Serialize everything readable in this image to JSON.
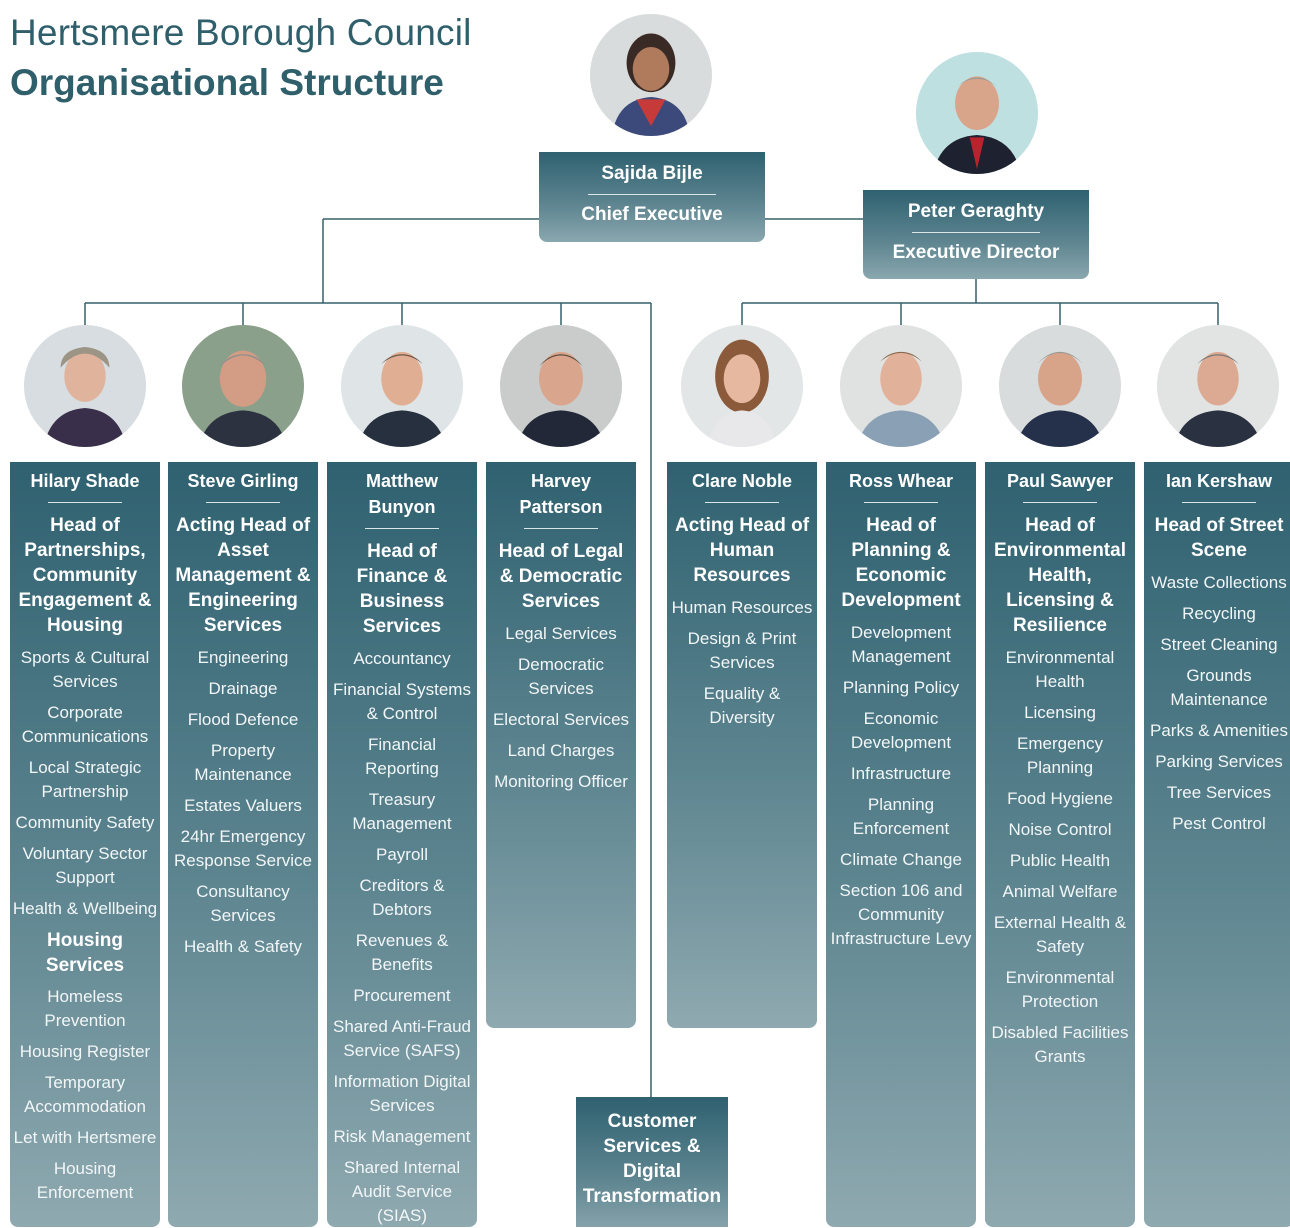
{
  "header": {
    "title_line1": "Hertsmere Borough Council",
    "title_line2": "Organisational Structure"
  },
  "executives": [
    {
      "name": "Sajida Bijle",
      "role": "Chief Executive"
    },
    {
      "name": "Peter Geraghty",
      "role": "Executive Director"
    }
  ],
  "heads": [
    {
      "name": "Hilary Shade",
      "role": "Head of Partnerships, Community Engagement & Housing",
      "services": [
        "Sports & Cultural Services",
        "Corporate Communications",
        "Local Strategic Partnership",
        "Community Safety",
        "Voluntary Sector Support",
        "Health & Wellbeing"
      ],
      "subheading": "Housing Services",
      "subservices": [
        "Homeless Prevention",
        "Housing Register",
        "Temporary Accommodation",
        "Let with Hertsmere",
        "Housing Enforcement"
      ]
    },
    {
      "name": "Steve Girling",
      "role": "Acting Head of Asset Management & Engineering Services",
      "services": [
        "Engineering",
        "Drainage",
        "Flood Defence",
        "Property Maintenance",
        "Estates Valuers",
        "24hr Emergency Response Service",
        "Consultancy Services",
        "Health & Safety"
      ]
    },
    {
      "name": "Matthew Bunyon",
      "role": "Head of Finance & Business Services",
      "services": [
        "Accountancy",
        "Financial Systems & Control",
        "Financial Reporting",
        "Treasury Management",
        "Payroll",
        "Creditors & Debtors",
        "Revenues & Benefits",
        "Procurement",
        "Shared Anti-Fraud Service (SAFS)",
        "Information Digital Services",
        "Risk Management",
        "Shared Internal Audit Service (SIAS)"
      ]
    },
    {
      "name": "Harvey Patterson",
      "role": "Head of Legal & Democratic Services",
      "services": [
        "Legal Services",
        "Democratic Services",
        "Electoral Services",
        "Land Charges",
        "Monitoring Officer"
      ]
    },
    {
      "name": "Clare Noble",
      "role": "Acting Head of Human Resources",
      "services": [
        "Human Resources",
        "Design & Print Services",
        "Equality & Diversity"
      ]
    },
    {
      "name": "Ross Whear",
      "role": "Head of Planning & Economic Development",
      "services": [
        "Development Management",
        "Planning Policy",
        "Economic Development",
        "Infrastructure",
        "Planning Enforcement",
        "Climate Change",
        "Section 106 and Community Infrastructure Levy"
      ]
    },
    {
      "name": "Paul Sawyer",
      "role": "Head of Environmental Health, Licensing & Resilience",
      "services": [
        "Environmental Health",
        "Licensing",
        "Emergency Planning",
        "Food Hygiene",
        "Noise Control",
        "Public Health",
        "Animal Welfare",
        "External Health & Safety",
        "Environmental Protection",
        "Disabled Facilities Grants"
      ]
    },
    {
      "name": "Ian Kershaw",
      "role": "Head of Street Scene",
      "services": [
        "Waste Collections",
        "Recycling",
        "Street Cleaning",
        "Grounds Maintenance",
        "Parks & Amenities",
        "Parking Services",
        "Tree Services",
        "Pest Control"
      ]
    }
  ],
  "customer_services": "Customer Services & Digital Transformation",
  "colors": {
    "title": "#2f5f6b",
    "box_top": "#2f6170",
    "box_bottom": "#8fa9b0",
    "connector": "#35606b"
  }
}
